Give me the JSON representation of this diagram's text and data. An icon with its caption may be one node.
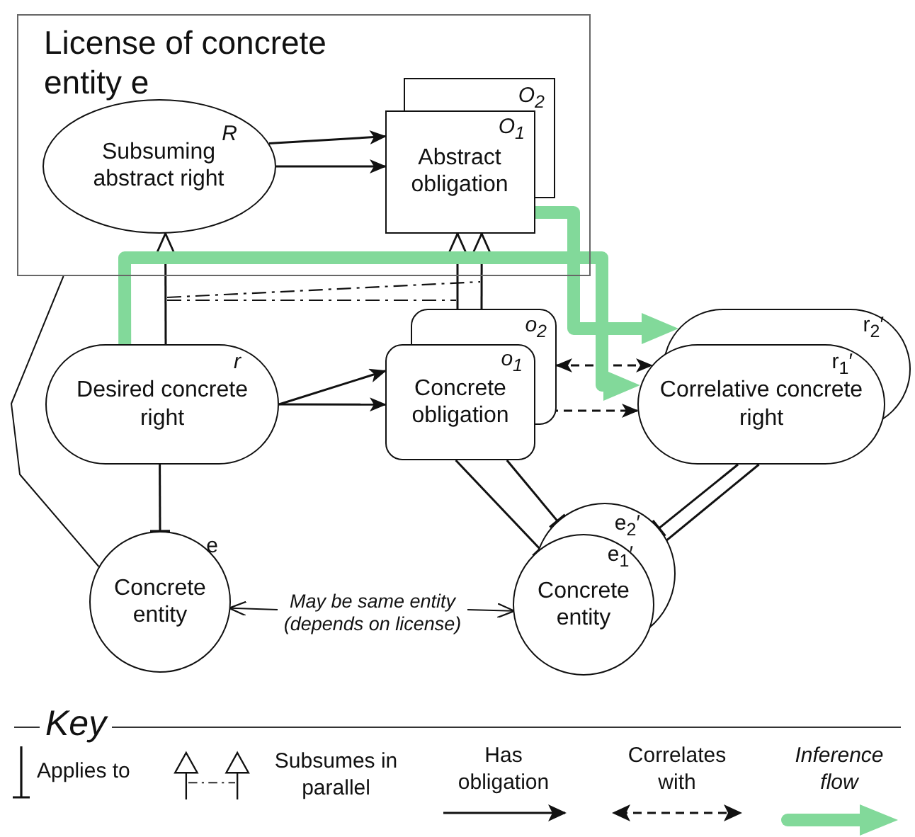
{
  "diagram": {
    "nodes": [
      {
        "text": [
          "License of concrete entity e"
        ]
      },
      {
        "text": [
          "R",
          "Subsuming abstract right"
        ],
        "in": 0
      },
      {
        "text": [
          "O$_{2}$",
          "O$_{1}$",
          "Abstract obligation"
        ],
        "in": 0
      },
      {
        "text": [
          "r",
          "Desired concrete right"
        ]
      },
      {
        "text": [
          "o$_{2}$",
          "o$_{1}$",
          "Concrete obligation"
        ]
      },
      {
        "text": [
          "r$_{2}$′",
          "r$_{1}$′",
          "Correlative concrete right"
        ]
      },
      {
        "text": [
          "e",
          "Concrete entity"
        ]
      },
      {
        "text": [
          "e$_{2}$′",
          "e$_{1}$′",
          "Concrete entity"
        ]
      },
      {
        "text": [
          "May be same entity (depends on license)"
        ]
      }
    ],
    "edges": [
      {
        "from": 1,
        "to": 2,
        "arrow": "to"
      },
      {
        "from": 1,
        "to": 2,
        "arrow": "to"
      },
      {
        "from": 3,
        "to": 4,
        "arrow": "to"
      },
      {
        "from": 3,
        "to": 4,
        "arrow": "to"
      },
      {
        "from": 3,
        "to": 1,
        "arrow": "to"
      },
      {
        "from": 4,
        "to": 2,
        "arrow": "to"
      },
      {
        "from": 4,
        "to": 2,
        "arrow": "to"
      },
      {
        "from": 4,
        "to": 5,
        "arrow": "both",
        "style": "dashed"
      },
      {
        "from": 4,
        "to": 5,
        "arrow": "both",
        "style": "dashed"
      },
      {
        "from": 3,
        "to": 6,
        "arrow": "other"
      },
      {
        "from": 4,
        "to": 7,
        "arrow": "other"
      },
      {
        "from": 4,
        "to": 7,
        "arrow": "other"
      },
      {
        "from": 5,
        "to": 7,
        "arrow": "other"
      },
      {
        "from": 5,
        "to": 7,
        "arrow": "other"
      },
      {
        "from": 0,
        "to": 6,
        "arrow": "none"
      },
      {
        "from": 8,
        "to": 6,
        "arrow": "to"
      },
      {
        "from": 8,
        "to": 7,
        "arrow": "to"
      },
      {
        "from": 3,
        "to": 5,
        "arrow": "to",
        "style": "thick",
        "color": "#82d99a"
      },
      {
        "from": 2,
        "to": 5,
        "arrow": "to",
        "style": "thick",
        "color": "#82d99a"
      }
    ],
    "labels": [
      "Key"
    ],
    "legend": [
      {
        "text": "Applies to"
      },
      {
        "text": "Subsumes in parallel"
      },
      {
        "text": "Has obligation"
      },
      {
        "text": "Correlates with"
      },
      {
        "text": "Inference flow"
      }
    ]
  }
}
